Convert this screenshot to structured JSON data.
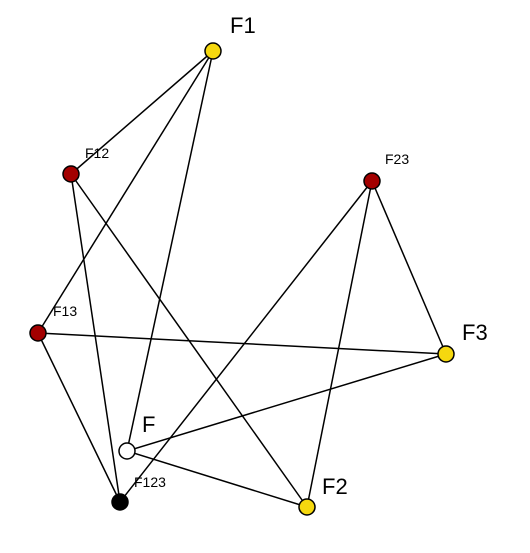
{
  "graph": {
    "colors": {
      "single": "#f5d80f",
      "pair": "#a30000",
      "base": "#ffffff",
      "triple": "#000000"
    },
    "nodes": [
      {
        "id": "F1",
        "label": "F1",
        "kind": "single"
      },
      {
        "id": "F2",
        "label": "F2",
        "kind": "single"
      },
      {
        "id": "F3",
        "label": "F3",
        "kind": "single"
      },
      {
        "id": "F12",
        "label": "F12",
        "kind": "pair"
      },
      {
        "id": "F13",
        "label": "F13",
        "kind": "pair"
      },
      {
        "id": "F23",
        "label": "F23",
        "kind": "pair"
      },
      {
        "id": "F",
        "label": "F",
        "kind": "base"
      },
      {
        "id": "F123",
        "label": "F123",
        "kind": "triple"
      }
    ],
    "edges": [
      [
        "F1",
        "F12"
      ],
      [
        "F1",
        "F13"
      ],
      [
        "F1",
        "F"
      ],
      [
        "F12",
        "F123"
      ],
      [
        "F12",
        "F2"
      ],
      [
        "F13",
        "F123"
      ],
      [
        "F13",
        "F3"
      ],
      [
        "F23",
        "F123"
      ],
      [
        "F23",
        "F2"
      ],
      [
        "F23",
        "F3"
      ],
      [
        "F",
        "F3"
      ],
      [
        "F",
        "F2"
      ]
    ]
  }
}
